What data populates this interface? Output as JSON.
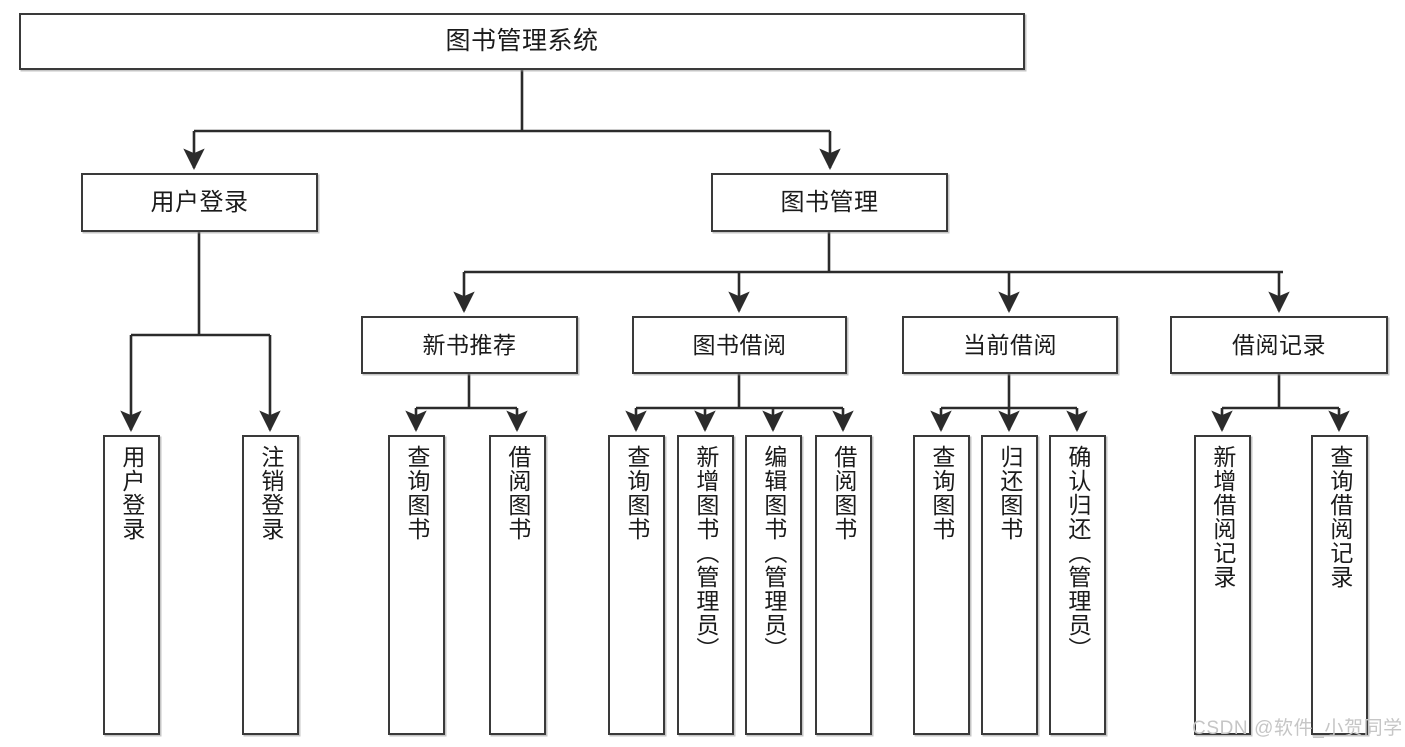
{
  "diagram": {
    "title": "图书管理系统",
    "type": "tree-hierarchy",
    "root": {
      "id": "root",
      "label": "图书管理系统"
    },
    "level2": [
      {
        "id": "user-login",
        "label": "用户登录"
      },
      {
        "id": "book-management",
        "label": "图书管理"
      }
    ],
    "level3": [
      {
        "id": "new-book-recommend",
        "label": "新书推荐",
        "parent": "book-management"
      },
      {
        "id": "book-borrow",
        "label": "图书借阅",
        "parent": "book-management"
      },
      {
        "id": "current-borrow",
        "label": "当前借阅",
        "parent": "book-management"
      },
      {
        "id": "borrow-record",
        "label": "借阅记录",
        "parent": "book-management"
      }
    ],
    "leaves": [
      {
        "id": "leaf-user-login",
        "label": "用户登录",
        "parent": "user-login"
      },
      {
        "id": "leaf-logout-login",
        "label": "注销登录",
        "parent": "user-login"
      },
      {
        "id": "leaf-query-book-1",
        "label": "查询图书",
        "parent": "new-book-recommend"
      },
      {
        "id": "leaf-borrow-book-1",
        "label": "借阅图书",
        "parent": "new-book-recommend"
      },
      {
        "id": "leaf-query-book-2",
        "label": "查询图书",
        "parent": "book-borrow"
      },
      {
        "id": "leaf-add-book",
        "label": "新增图书（管理员）",
        "parent": "book-borrow"
      },
      {
        "id": "leaf-edit-book",
        "label": "编辑图书（管理员）",
        "parent": "book-borrow"
      },
      {
        "id": "leaf-borrow-book-2",
        "label": "借阅图书",
        "parent": "book-borrow"
      },
      {
        "id": "leaf-query-book-3",
        "label": "查询图书",
        "parent": "current-borrow"
      },
      {
        "id": "leaf-return-book",
        "label": "归还图书",
        "parent": "current-borrow"
      },
      {
        "id": "leaf-confirm-return",
        "label": "确认归还（管理员）",
        "parent": "current-borrow"
      },
      {
        "id": "leaf-add-record",
        "label": "新增借阅记录",
        "parent": "borrow-record"
      },
      {
        "id": "leaf-query-record",
        "label": "查询借阅记录",
        "parent": "borrow-record"
      }
    ],
    "colors": {
      "border": "#3a3a3a",
      "background": "#ffffff",
      "text": "#1b1b1b",
      "watermark": "#c6c6c6"
    }
  },
  "watermark": {
    "text": "CSDN @软件_小贺同学"
  }
}
